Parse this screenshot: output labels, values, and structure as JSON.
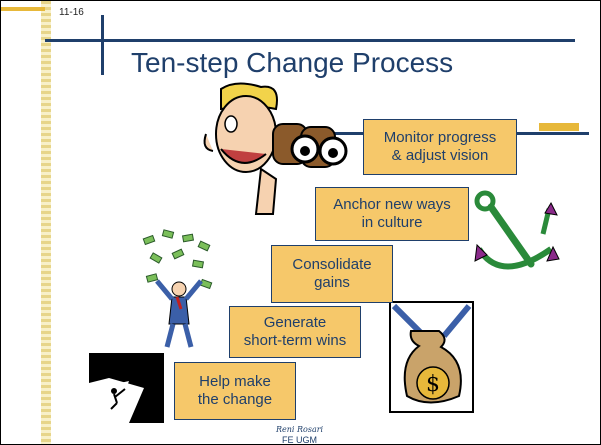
{
  "slide": {
    "number": "11-16",
    "title": "Ten-step Change Process"
  },
  "steps": [
    {
      "line1": "Help make",
      "line2": "the change"
    },
    {
      "line1": "Generate",
      "line2": "short-term wins"
    },
    {
      "line1": "Consolidate",
      "line2": "gains"
    },
    {
      "line1": "Anchor new ways",
      "line2": "in culture"
    },
    {
      "line1": "Monitor progress",
      "line2": "& adjust vision"
    }
  ],
  "footer": {
    "author": "Reni Rosari",
    "institution": "FE UGM"
  },
  "colors": {
    "step_fill": "#f6c86a",
    "title_text": "#1f3f6b",
    "accent_rule": "#1f3f6b",
    "stripe": "#e7d58a"
  },
  "icons": [
    "binoculars-man-clipart",
    "anchor-clipart",
    "money-rain-man-clipart",
    "climbers-clipart",
    "money-bag-clipart"
  ]
}
